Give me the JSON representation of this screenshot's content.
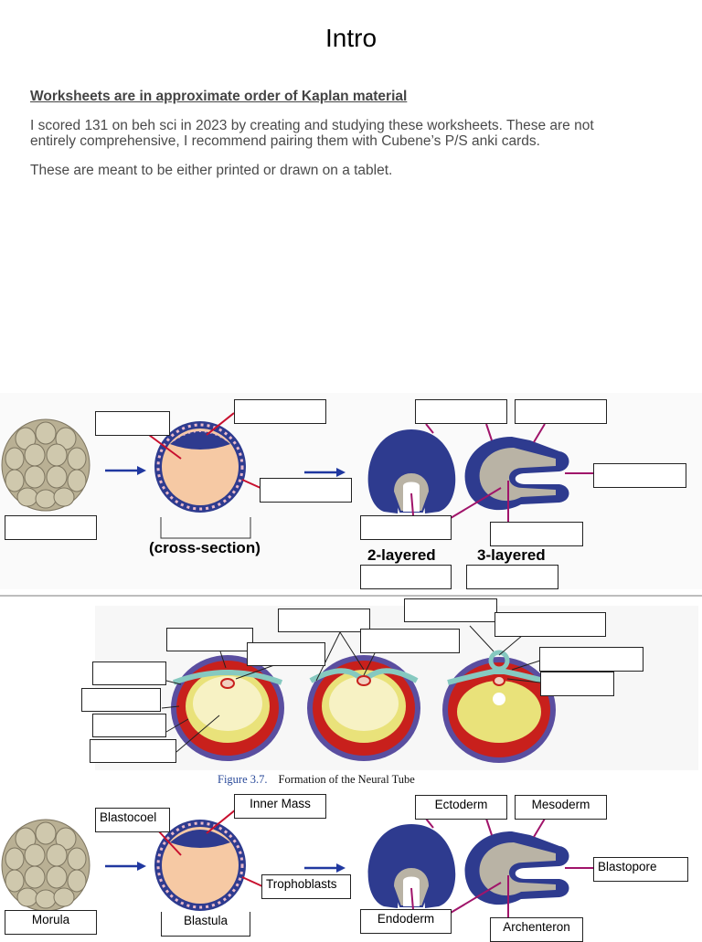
{
  "page": {
    "title": "Intro",
    "heading": "Worksheets are in approximate order of Kaplan material",
    "para1_line1": "I scored 131 on beh sci in 2023 by creating and studying these worksheets. These are not",
    "para1_line2": "entirely comprehensive, I recommend pairing them with Cubene’s P/S anki cards.",
    "para2": "These are meant to be either printed or drawn on a tablet."
  },
  "figure1": {
    "cross_section": "(cross-section)",
    "two_layered": "2-layered",
    "three_layered": "3-layered"
  },
  "figure2": {
    "caption_number": "Figure 3.7.",
    "caption_text": "Formation of the Neural Tube"
  },
  "figure3": {
    "labels": {
      "blastocoel": "Blastocoel",
      "inner_mass": "Inner Mass",
      "trophoblasts": "Trophoblasts",
      "morula": "Morula",
      "blastula": "Blastula",
      "ectoderm": "Ectoderm",
      "mesoderm": "Mesoderm",
      "blastopore": "Blastopore",
      "endoderm": "Endoderm",
      "archenteron": "Archenteron"
    }
  },
  "colors": {
    "cell_fill": "#c9c1a6",
    "embryo_blue": "#2e3b8f",
    "blastocoel_fill": "#f6c9a4",
    "leader_red": "#c8102e",
    "leader_magenta": "#a0146a",
    "arrow_blue": "#2038a0",
    "neural_yellow": "#e9e27a",
    "neural_red": "#c8201c",
    "neural_teal": "#86c9c0"
  }
}
